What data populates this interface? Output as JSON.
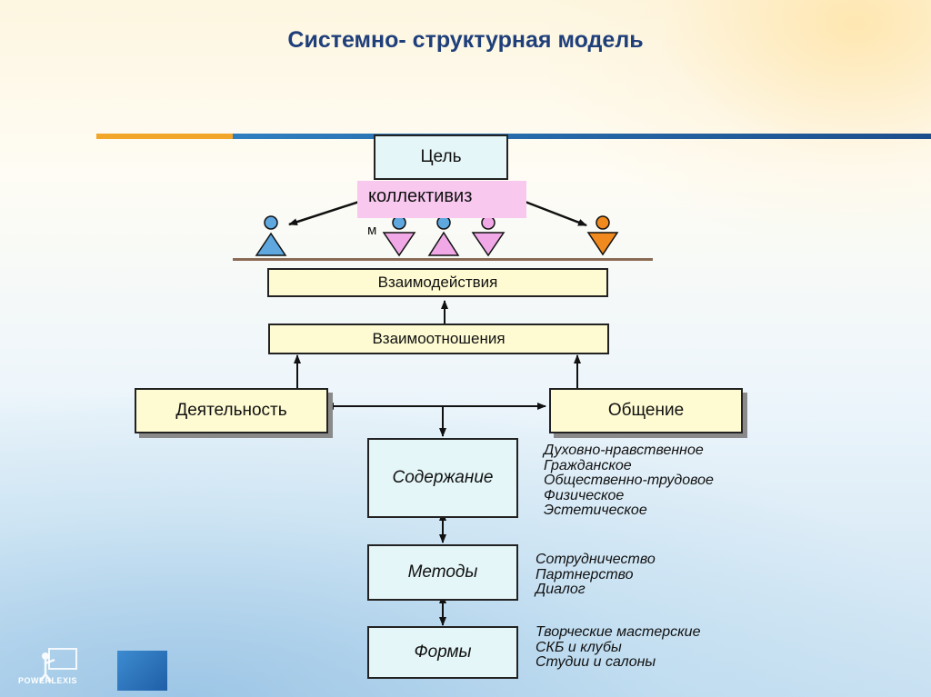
{
  "title": "Системно- структурная модель",
  "goal": {
    "label": "Цель",
    "highlight_line1": "коллективиз",
    "highlight_line2": "м"
  },
  "levels": {
    "interactions": "Взаимодействия",
    "relations": "Взаимоотношения",
    "activity": "Деятельность",
    "communication": "Общение"
  },
  "content": {
    "label": "Содержание",
    "items": [
      "Духовно-нравственное",
      "Гражданское",
      "Общественно-трудовое",
      "Физическое",
      "Эстетическое"
    ]
  },
  "methods": {
    "label": "Методы",
    "items": [
      "Сотрудничество",
      "Партнерство",
      "Диалог"
    ]
  },
  "forms": {
    "label": "Формы",
    "items": [
      "Творческие мастерские",
      "СКБ и клубы",
      "Студии и салоны"
    ]
  },
  "logo_text": "POWERLEXIS",
  "colors": {
    "title": "#1f3f7a",
    "box_yellow": "#fefbd2",
    "box_cyan": "#e4f6f8",
    "highlight": "#f8c8ef",
    "figure_blue": "#5fa8df",
    "figure_pink": "#f0a8e6",
    "figure_orange": "#f08a1e"
  }
}
